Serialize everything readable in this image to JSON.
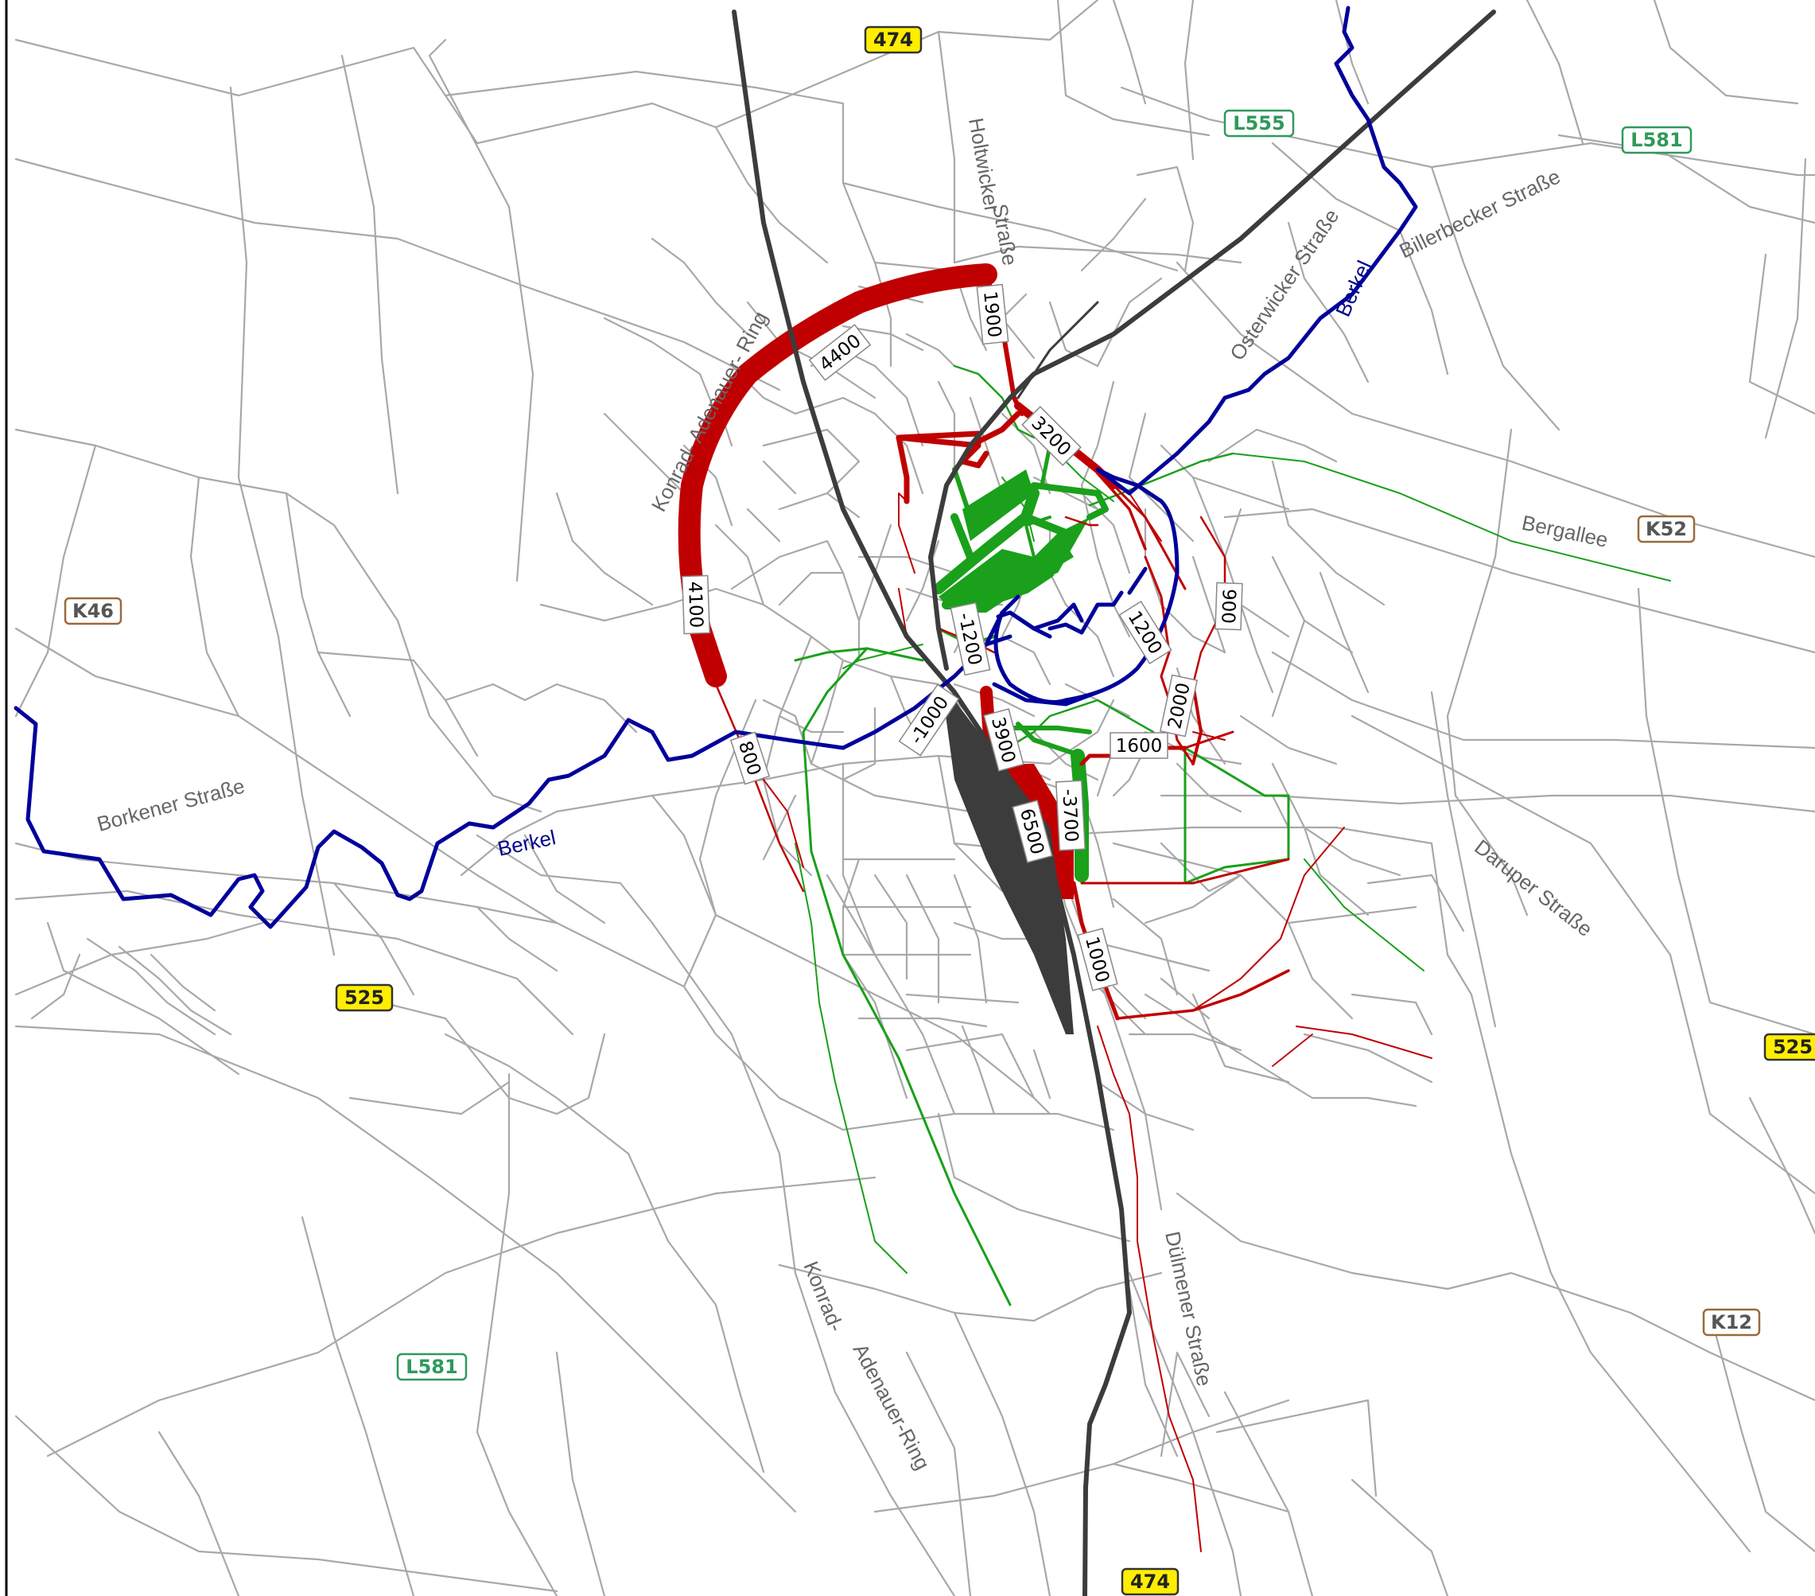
{
  "street_labels": {
    "holtwicker": "Holtwicker",
    "holtwicker_strasse": "Straße",
    "konrad_ring_north": "Konrad- Adenauer- Ring",
    "osterwicker": "Osterwicker  Straße",
    "billerbecker": "Billerbecker  Straße",
    "bergallee": "Bergallee",
    "borkener": "Borkener Straße",
    "daruper": "Daruper Straße",
    "duelmener": "Dülmener Straße",
    "konrad_south_1": "Konrad-",
    "konrad_south_2": "Adenauer-Ring"
  },
  "rivers": {
    "berkel_west": "Berkel",
    "berkel_north": "Berkel"
  },
  "route_badges": [
    {
      "text": "474",
      "kind": "bundesstrasse"
    },
    {
      "text": "L555",
      "kind": "landesstrasse"
    },
    {
      "text": "L581",
      "kind": "landesstrasse"
    },
    {
      "text": "K52",
      "kind": "kreisstrasse"
    },
    {
      "text": "K46",
      "kind": "kreisstrasse"
    },
    {
      "text": "525",
      "kind": "bundesstrasse"
    },
    {
      "text": "525",
      "kind": "bundesstrasse"
    },
    {
      "text": "K12",
      "kind": "kreisstrasse"
    },
    {
      "text": "L581",
      "kind": "landesstrasse"
    },
    {
      "text": "474",
      "kind": "bundesstrasse"
    }
  ],
  "flow_labels": [
    "1900",
    "4400",
    "3200",
    "4100",
    "800",
    "-1200",
    "1200",
    "900",
    "2000",
    "1600",
    "3900",
    "-1000",
    "-3700",
    "6500",
    "1000"
  ],
  "colors": {
    "increase": "#c00000",
    "decrease": "#1aa01a",
    "river": "#00009b",
    "railway": "#3c3c3c",
    "road": "#a0a0a0",
    "bundesstrasse_fill": "#ffee00",
    "landesstrasse_border": "#2e9a5a",
    "kreisstrasse_border": "#9a6a3a"
  }
}
